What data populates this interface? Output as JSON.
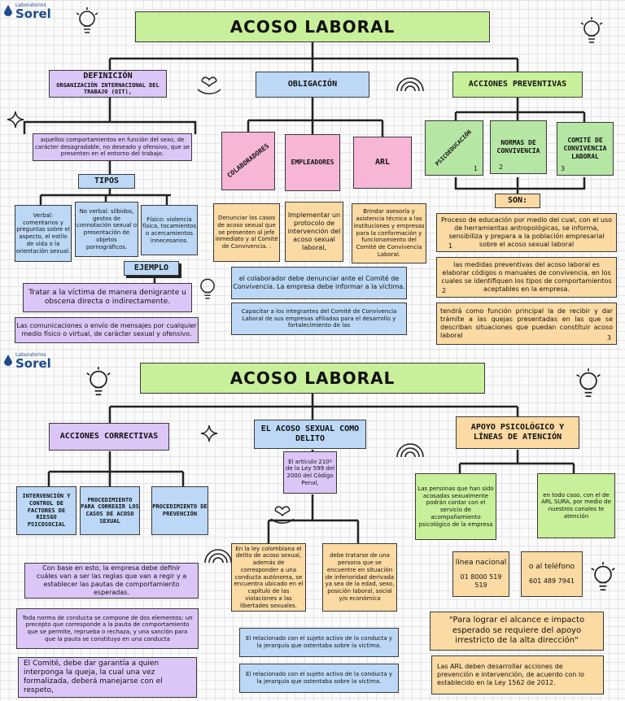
{
  "logo": {
    "small": "Laboratorios",
    "big": "Sorel"
  },
  "part1": {
    "title": "ACOSO LABORAL",
    "definicion": {
      "heading": "DEFINICIÓN",
      "source": "ORGANIZACIÓN INTERNACIONAL DEL TRABAJO (OIT),",
      "text": "aquellos comportamientos en función del sexo, de carácter desagradable, no deseado y ofensivo, que se presenten en el entorno del trabajo."
    },
    "tipos": {
      "heading": "TIPOS",
      "items": [
        "Verbal: comentarios y preguntas sobre el aspecto, el estilo de vida o la orientación sexual.",
        "No verbal: silbidos, gestos de connotación sexual o presentación de objetos pornográficos.",
        "Físico: violencia física, tocamientos o acercamientos innecesarios."
      ]
    },
    "ejemplo": {
      "heading": "EJEMPLO",
      "items": [
        "Tratar a la víctima de manera denigrante u obscena directa o indirectamente.",
        "Las comunicaciones o envío de mensajes por cualquier medio físico o virtual, de carácter sexual y ofensivo."
      ]
    },
    "obligacion": {
      "heading": "OBLIGACIÓN",
      "colaboradores": {
        "label": "COLABORADORES",
        "text": "Denunciar los casos de acoso sexual que se presenten al jefe inmediato y al Comité de Convivencia. .",
        "note": "el colaborador debe denunciar ante el Comité de Convivencia. La empresa debe informar a la víctima."
      },
      "empleadores": {
        "label": "EMPLEADORES",
        "text": "Implementar un protocolo de intervención del acoso sexual laboral,",
        "note": "Capacitar a los integrantes del Comité de Convivencia Laboral de sus empresas afiliadas para el desarrollo y fortalecimiento de las"
      },
      "arl": {
        "label": "ARL",
        "text": "Brindar asesoría y asistencia técnica a las instituciones y empresas para la conformación y funcionamiento del Comité de Convivencia Laboral."
      }
    },
    "preventivas": {
      "heading": "ACCIONES PREVENTIVAS",
      "items": [
        {
          "label": "PSICOEDUCACIÓN",
          "num": "1"
        },
        {
          "label": "NORMAS DE CONVIVENCIA",
          "num": "2"
        },
        {
          "label": "COMITÉ DE CONVIVENCIA LABORAL",
          "num": "3"
        }
      ],
      "son": "SON:",
      "details": [
        {
          "text": "Proceso de educación por medio del cual, con el uso de herramientas antropológicas, se informa, sensibiliza y prepara a la población empresarial sobre el acoso sexual laboral",
          "num": "1"
        },
        {
          "text": "las medidas preventivas del acoso laboral es elaborar códigos o manuales de convivencia, en los cuales se identifiquen los tipos de comportamientos aceptables en la empresa.",
          "num": "2"
        },
        {
          "text": "tendrá como función principal la de recibir y dar trámite a las quejas presentadas en las que se describan situaciones que puedan constituir acoso laboral",
          "num": "3"
        }
      ]
    }
  },
  "part2": {
    "title": "ACOSO LABORAL",
    "correctivas": {
      "heading": "ACCIONES CORRECTIVAS",
      "items": [
        "INTERVENCIÓN Y CONTROL DE FACTORES DE RIESGO PSICOSOCIAL",
        "PROCEDIMIENTO PARA CORREGIR LOS CASOS DE ACOSO SEXUAL",
        "PROCEDIMIENTO DE PREVENCIÓN"
      ],
      "base": "Con base en esto, la empresa debe definir cuáles van a ser las reglas que van a regir y a establecer las pautas de comportamiento esperadas.",
      "norma": "Toda norma de conducta se compone de dos elementos: un precepto que corresponde a la pauta de comportamiento que se permite, reprueba o rechaza, y una sanción para que la pauta se constituya en una conducta",
      "comite": "El Comité, debe dar garantía a quien interponga la queja, la cual una vez formalizada, deberá manejarse con el respeto,"
    },
    "delito": {
      "heading": "EL ACOSO SEXUAL COMO DELITO",
      "articulo": "El artículo 210º de la Ley 599 del 2000 del Código Penal,",
      "ley": "En la ley colombiana el delito de acoso sexual, además de corresponder a una conducta autónoma, se encuentra ubicado en el capítulo de las violaciones a las libertades sexuales.",
      "tratarse": "debe tratarse de una persona que se encuentre en situación de inferioridad derivada ya sea de la edad, sexo, posición laboral, social y/o económica",
      "notes": [
        "El relacionado con el sujeto activo de la conducta y la jerarquía que ostentaba sobre la víctima.",
        "El relacionado con el sujeto activo de la conducta y la jerarquía que ostentaba sobre la víctima."
      ]
    },
    "apoyo": {
      "heading": "APOYO PSICOLÓGICO Y LÍNEAS DE ATENCIÓN",
      "personas": "Las personas que han sido acosadas sexualmente podrán contar con el servicio de acompañamiento psicológico de la empresa",
      "arl_sura": "en todo caso, con el de ARL SURA, por medio de nuestros canales te atención",
      "linea": {
        "label": "línea nacional",
        "number": "01 8000 519 519"
      },
      "telefono": {
        "label": "o al teléfono",
        "number": "601 489 7941"
      },
      "quote": "\"Para lograr el alcance e impacto esperado se requiere del apoyo irrestricto de la alta dirección\"",
      "arl_note": "Las ARL deben desarrollar acciones de prevención e intervención, de acuerdo con lo establecido en la Ley 1562 de 2012."
    }
  },
  "colors": {
    "green": "#c8ef9a",
    "purple": "#dcc6f7",
    "blue": "#bcd8f6",
    "pink": "#f7b6d6",
    "orange": "#fbdaa3",
    "logo": "#1c4d8a"
  },
  "icons": [
    "lightbulb-icon",
    "heart-hand-icon",
    "rainbow-icon",
    "sparkle-icon"
  ]
}
